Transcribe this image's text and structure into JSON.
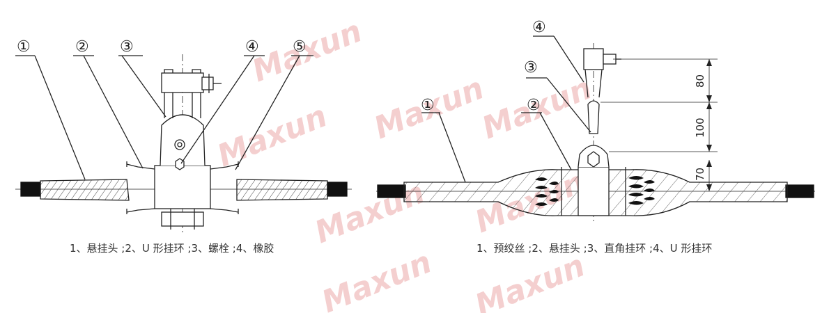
{
  "watermark": {
    "text": "Maxun",
    "color": "#f2c3c3"
  },
  "left_figure": {
    "callouts": [
      "①",
      "②",
      "③",
      "④",
      "⑤"
    ],
    "caption": "1、悬挂头 ;2、U 形挂环 ;3、螺栓 ;4、橡胶"
  },
  "right_figure": {
    "callouts": [
      "④",
      "③",
      "②",
      "①"
    ],
    "dimensions": [
      "80",
      "100",
      "70"
    ],
    "caption": "1、预绞丝 ;2、悬挂头 ;3、直角挂环 ;4、U 形挂环"
  }
}
